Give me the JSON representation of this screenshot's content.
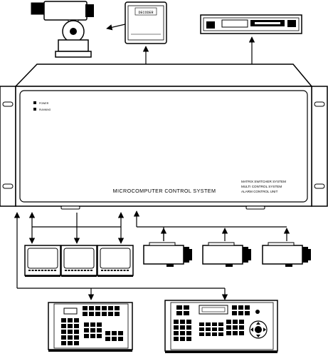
{
  "main_unit": {
    "title": "MICROCOMPUTER  CONTROL  SYSTEM",
    "led_1": "POWER",
    "led_2": "RUNNING",
    "function_lines": [
      "MATRIX SWITCHER SYSTEM",
      "MULTI CONTROL SYSTEM",
      "ALARM CONTROL UNIT"
    ]
  },
  "decoder": {
    "label": "DECODER"
  },
  "colors": {
    "line": "#000000",
    "panel": "#ffffff",
    "screen": "#ffffff",
    "key": "#000000"
  }
}
